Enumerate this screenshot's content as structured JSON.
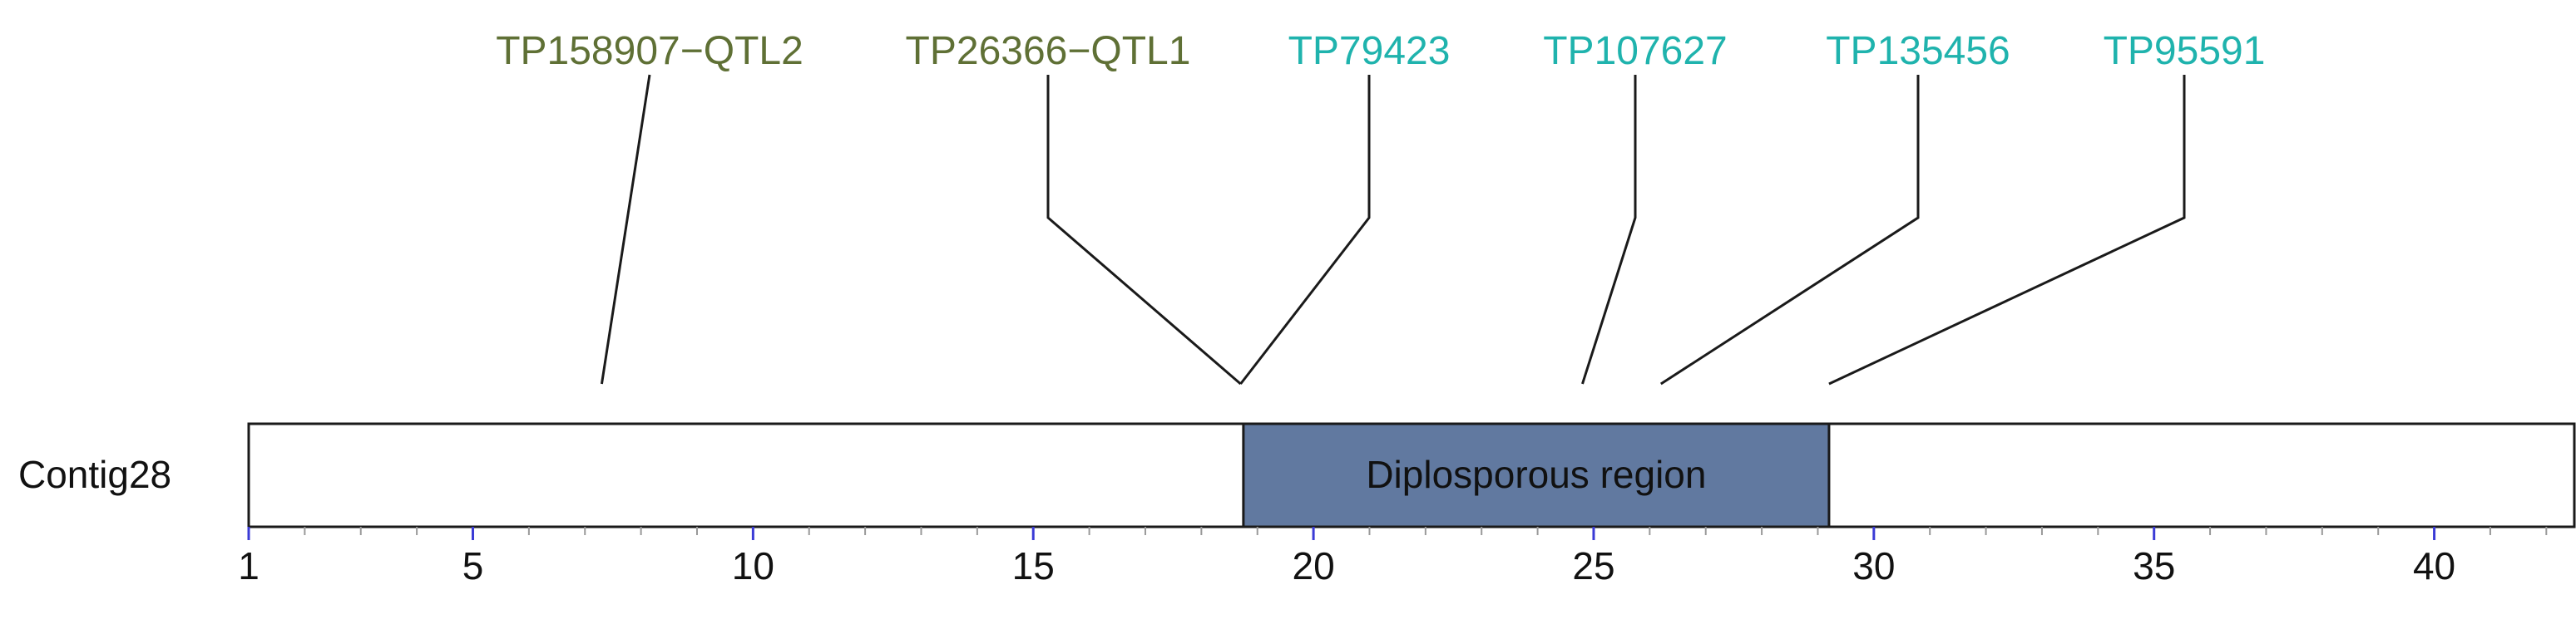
{
  "contig": {
    "name": "Contig28",
    "start": 1,
    "end": 42.5,
    "fill": "#ffffff",
    "stroke": "#1a1a1a"
  },
  "region": {
    "label": "Diplosporous region",
    "start": 18.75,
    "end": 29.2,
    "fill": "#6179a0"
  },
  "axis": {
    "min": 1,
    "max": 42.5,
    "major_ticks": [
      1,
      5,
      10,
      15,
      20,
      25,
      30,
      35,
      40
    ],
    "minor_step": 1,
    "major_tick_color": "#3b3bd6",
    "minor_tick_color": "#999999"
  },
  "markers": [
    {
      "name": "TP158907−QTL2",
      "position": 7.3,
      "type": "qtl"
    },
    {
      "name": "TP26366−QTL1",
      "position": 18.7,
      "type": "qtl"
    },
    {
      "name": "TP79423",
      "position": 18.7,
      "type": "marker"
    },
    {
      "name": "TP107627",
      "position": 24.8,
      "type": "marker"
    },
    {
      "name": "TP135456",
      "position": 26.2,
      "type": "marker"
    },
    {
      "name": "TP95591",
      "position": 29.2,
      "type": "marker"
    }
  ],
  "colors": {
    "qtl": "#5f7035",
    "marker": "#1fb3ad",
    "connector": "#1a1a1a"
  }
}
